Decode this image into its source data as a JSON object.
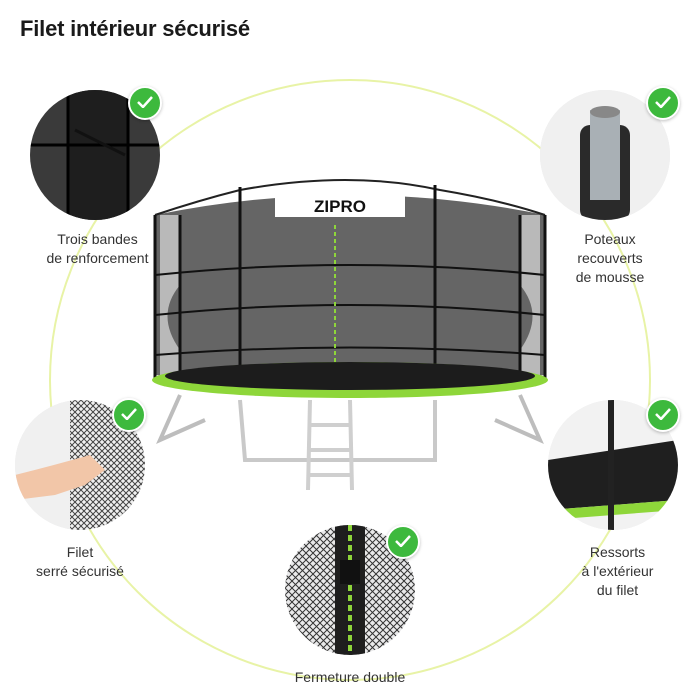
{
  "page": {
    "title": "Filet intérieur sécurisé"
  },
  "brand": {
    "logo_text": "ZIPRO",
    "accent_color": "#8ed63a",
    "check_color": "#3db93d",
    "ring_color": "#e6f2a0"
  },
  "features": [
    {
      "id": "bands",
      "label": "Trois bandes\nde renforcement",
      "icon": "check-icon"
    },
    {
      "id": "poles",
      "label": "Poteaux\nrecouverts\nde mousse",
      "icon": "check-icon"
    },
    {
      "id": "mesh",
      "label": "Filet\nserré sécurisé",
      "icon": "check-icon"
    },
    {
      "id": "springs",
      "label": "Ressorts\nà l'extérieur\ndu filet",
      "icon": "check-icon"
    },
    {
      "id": "zipper",
      "label": "Fermeture double",
      "icon": "check-icon"
    }
  ]
}
